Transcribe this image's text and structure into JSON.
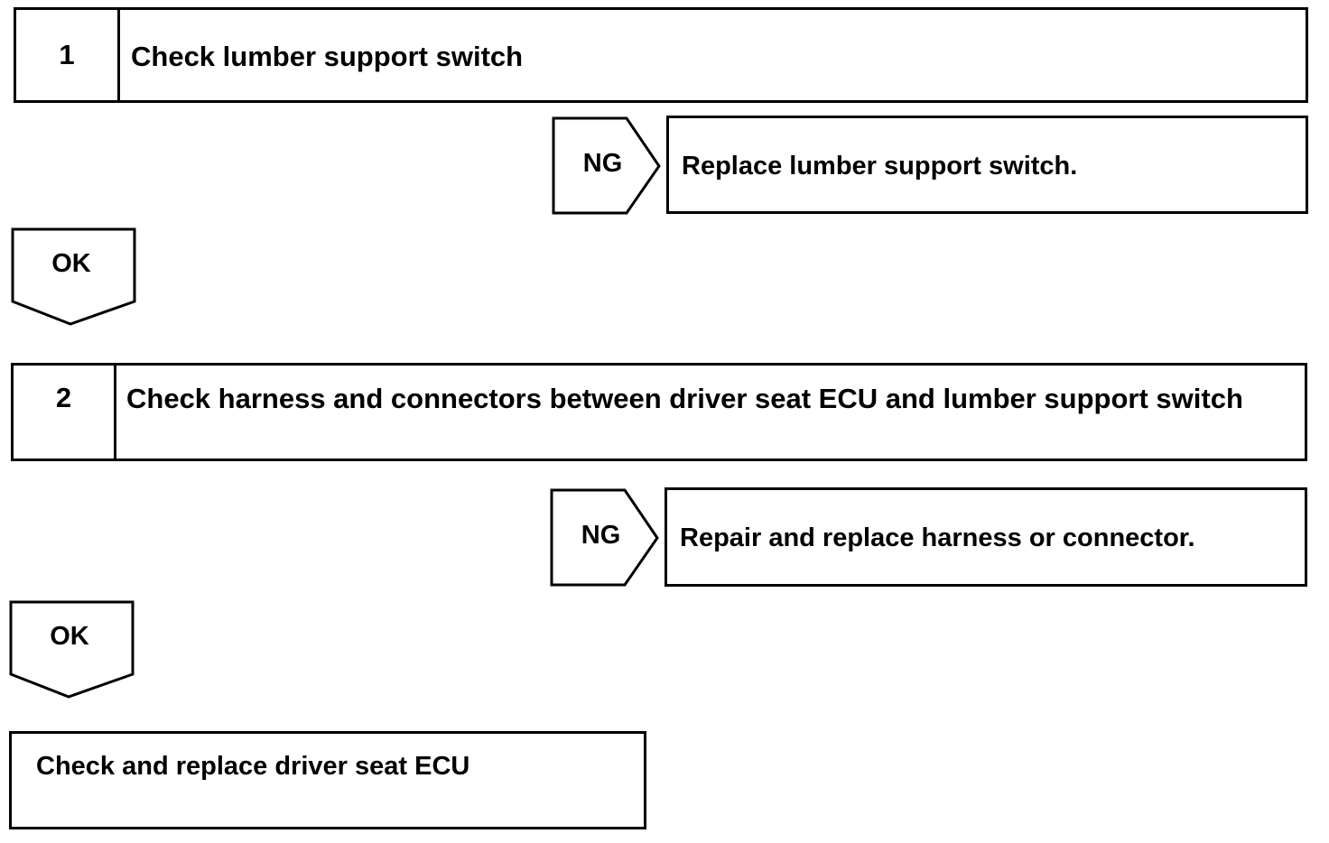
{
  "steps": [
    {
      "number": "1",
      "text": "Check lumber support switch"
    },
    {
      "number": "2",
      "text": "Check harness and connectors between driver seat ECU and lumber support switch"
    }
  ],
  "ng_results": [
    {
      "label": "NG",
      "action": "Replace lumber support switch."
    },
    {
      "label": "NG",
      "action": "Repair and replace harness or connector."
    }
  ],
  "ok_labels": [
    "OK",
    "OK"
  ],
  "final_step": {
    "text": "Check and replace driver seat ECU"
  }
}
